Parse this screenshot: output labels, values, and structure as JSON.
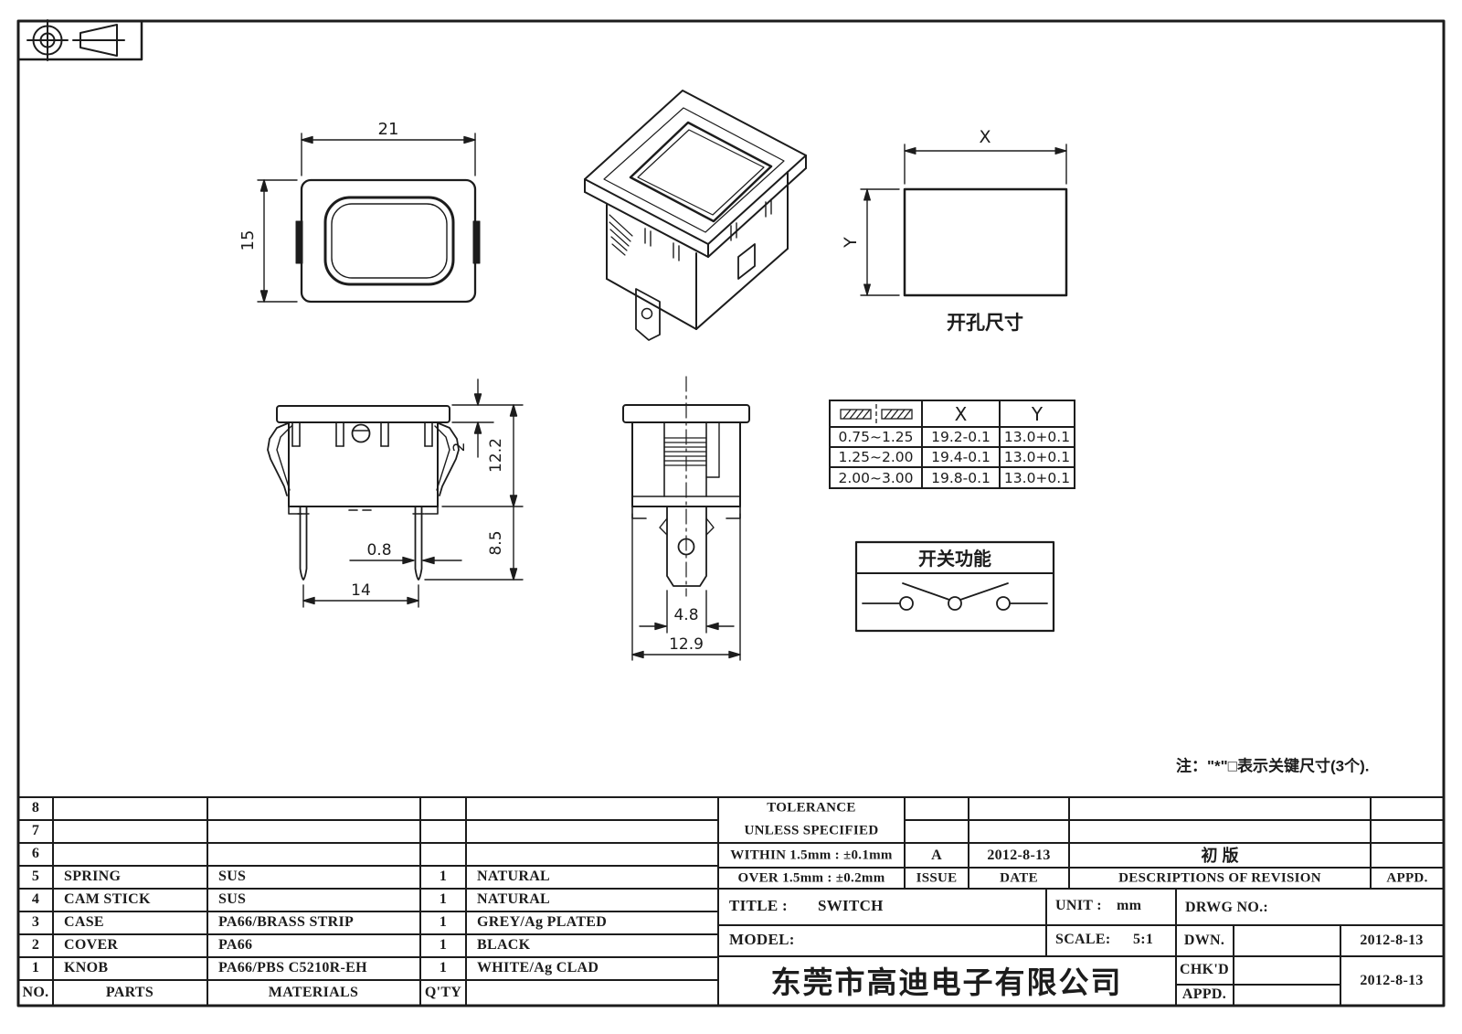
{
  "colors": {
    "line": "#1c1c1c",
    "background": "#ffffff"
  },
  "dims": {
    "front_width": "21",
    "front_height": "15",
    "cutout_x": "X",
    "cutout_y": "Y",
    "cutout_caption": "开孔尺寸",
    "flange_thickness": "2",
    "total_height": "12.2",
    "terminal_length": "8.5",
    "terminal_thickness": "0.8",
    "terminal_pitch": "14",
    "terminal_width": "4.8",
    "body_width": "12.9"
  },
  "hole_table": {
    "col_x": "X",
    "col_y": "Y",
    "rows": [
      [
        "0.75~1.25",
        "19.2-0.1",
        "13.0+0.1"
      ],
      [
        "1.25~2.00",
        "19.4-0.1",
        "13.0+0.1"
      ],
      [
        "2.00~3.00",
        "19.8-0.1",
        "13.0+0.1"
      ]
    ]
  },
  "function_box": {
    "title": "开关功能"
  },
  "note": {
    "text": "注：\"*\"□表示关键尺寸(3个)."
  },
  "parts_table": {
    "headers": {
      "no": "NO.",
      "parts": "PARTS",
      "materials": "MATERIALS",
      "qty": "Q'TY",
      "finish": ""
    },
    "rows": [
      [
        "8",
        "",
        "",
        "",
        ""
      ],
      [
        "7",
        "",
        "",
        "",
        ""
      ],
      [
        "6",
        "",
        "",
        "",
        ""
      ],
      [
        "5",
        "SPRING",
        "SUS",
        "1",
        "NATURAL"
      ],
      [
        "4",
        "CAM STICK",
        "SUS",
        "1",
        "NATURAL"
      ],
      [
        "3",
        "CASE",
        "PA66/BRASS STRIP",
        "1",
        "GREY/Ag PLATED"
      ],
      [
        "2",
        "COVER",
        "PA66",
        "1",
        "BLACK"
      ],
      [
        "1",
        "KNOB",
        "PA66/PBS C5210R-EH",
        "1",
        "WHITE/Ag CLAD"
      ]
    ]
  },
  "tolerance_block": {
    "line1": "TOLERANCE",
    "line2": "UNLESS  SPECIFIED",
    "within": "WITHIN 1.5mm : ±0.1mm",
    "over": "OVER 1.5mm : ±0.2mm"
  },
  "revision": {
    "issue_value": "A",
    "date_value": "2012-8-13",
    "description_value": "初 版",
    "issue_label": "ISSUE",
    "date_label": "DATE",
    "description_label": "DESCRIPTIONS OF REVISION",
    "appd_label": "APPD."
  },
  "title_block": {
    "title_label": "TITLE :",
    "title_value": "SWITCH",
    "unit_label": "UNIT :",
    "unit_value": "mm",
    "drwg_label": "DRWG NO.:",
    "model_label": "MODEL:",
    "scale_label": "SCALE:",
    "scale_value": "5:1",
    "dwn_label": "DWN.",
    "dwn_date": "2012-8-13",
    "chkd_label": "CHK'D",
    "appd_label": "APPD.",
    "chkd_appd_date": "2012-8-13",
    "company": "东莞市高迪电子有限公司"
  }
}
